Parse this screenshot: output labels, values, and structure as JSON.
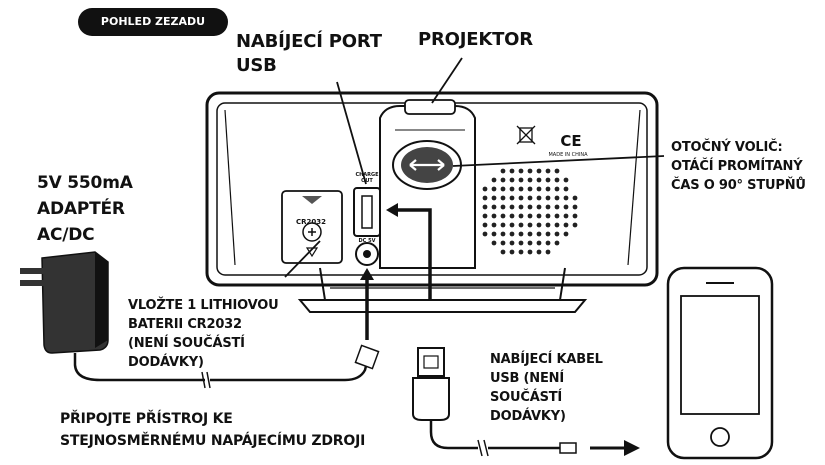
{
  "header_badge": "POHLED ZEZADU",
  "labels": {
    "charging_port": [
      "NABÍJECÍ PORT",
      "USB"
    ],
    "projector": "PROJEKTOR",
    "rotary": [
      "OTOČNÝ VOLIČ:",
      "OTÁČÍ PROMÍTANÝ",
      "ČAS O 90° STUPŇŮ"
    ],
    "adapter": [
      "5V 550mA",
      "ADAPTÉR",
      "AC/DC"
    ],
    "battery": [
      "VLOŽTE 1 LITHIOVOU",
      "BATERII CR2032",
      "(NENÍ SOUČÁSTÍ",
      "DODÁVKY)"
    ],
    "cable": [
      "NABÍJECÍ KABEL",
      "USB (NENÍ",
      "SOUČÁSTÍ",
      "DODÁVKY)"
    ],
    "connect": [
      "PŘIPOJTE PŘÍSTROJ KE",
      "STEJNOSMĚRNÉMU NAPÁJECÍMU ZDROJI"
    ]
  },
  "device_markings": {
    "battery_cover": "CR2032",
    "charge_port": [
      "CHARGE",
      "OUT"
    ],
    "dc_jack": "DC 5V",
    "ce": "CE",
    "made_in": "MADE IN CHINA"
  },
  "icons": [
    "crossed-bin-icon",
    "ce-mark-icon",
    "rotate-arrow-icon",
    "battery-icon",
    "down-arrow-icon",
    "ac-adapter-icon",
    "usb-plug-icon",
    "smartphone-icon"
  ]
}
